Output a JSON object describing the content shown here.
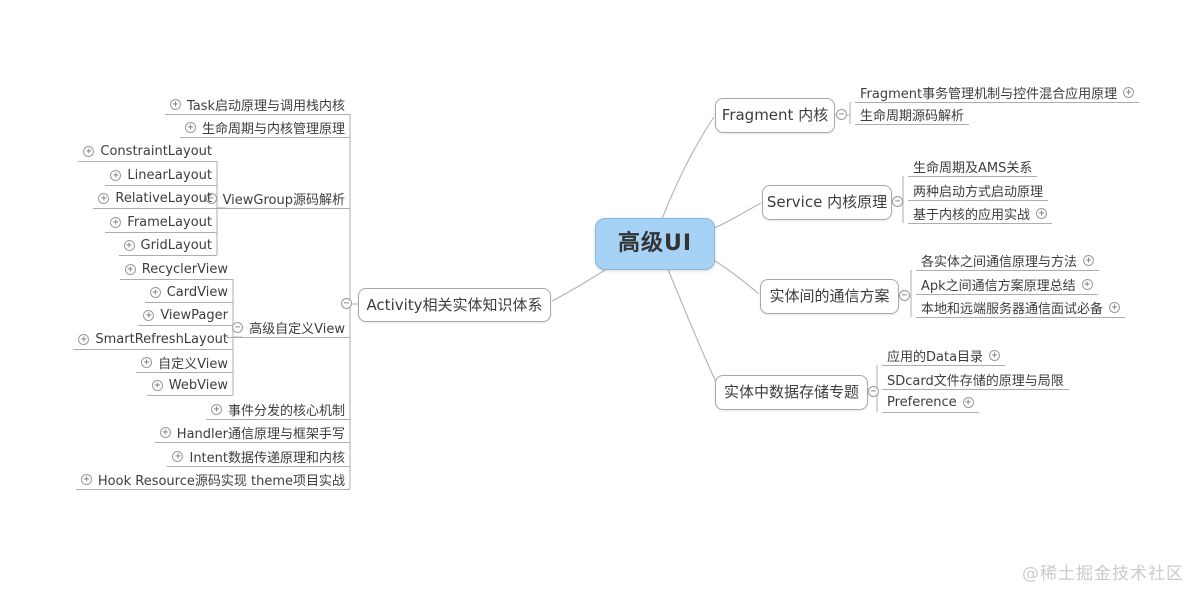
{
  "root": {
    "label": "高级UI"
  },
  "watermark": "@稀土掘金技术社区",
  "colors": {
    "center_fill": "#a6d2f5",
    "center_border": "#8cb5d6",
    "node_border": "#a8a8a8",
    "line": "#b3b3b3",
    "text": "#3d3d3d",
    "watermark": "#cbcbcb"
  },
  "branches_left": [
    {
      "id": "activity",
      "label": "Activity相关实体知识体系",
      "icon": "minus",
      "children": [
        {
          "id": "task",
          "label": "Task启动原理与调用栈内核",
          "icon": "plus"
        },
        {
          "id": "lifecycle_mgmt",
          "label": "生命周期与内核管理原理",
          "icon": "plus"
        },
        {
          "id": "viewgroup",
          "label": "ViewGroup源码解析",
          "icon": "minus",
          "children": [
            {
              "id": "constraint",
              "label": "ConstraintLayout",
              "icon": "plus"
            },
            {
              "id": "linear",
              "label": "LinearLayout",
              "icon": "plus"
            },
            {
              "id": "relative",
              "label": "RelativeLayout",
              "icon": "plus"
            },
            {
              "id": "frame",
              "label": "FrameLayout",
              "icon": "plus"
            },
            {
              "id": "grid",
              "label": "GridLayout",
              "icon": "plus"
            }
          ]
        },
        {
          "id": "customview",
          "label": "高级自定义View",
          "icon": "minus",
          "children": [
            {
              "id": "recycler",
              "label": "RecyclerView",
              "icon": "plus"
            },
            {
              "id": "card",
              "label": "CardView",
              "icon": "plus"
            },
            {
              "id": "viewpager",
              "label": "ViewPager",
              "icon": "plus"
            },
            {
              "id": "smartrefresh",
              "label": "SmartRefreshLayout",
              "icon": "plus"
            },
            {
              "id": "custom",
              "label": "自定义View",
              "icon": "plus"
            },
            {
              "id": "webview",
              "label": "WebView",
              "icon": "plus"
            }
          ]
        },
        {
          "id": "event",
          "label": "事件分发的核心机制",
          "icon": "plus"
        },
        {
          "id": "handler",
          "label": "Handler通信原理与框架手写",
          "icon": "plus"
        },
        {
          "id": "intent",
          "label": "Intent数据传递原理和内核",
          "icon": "plus"
        },
        {
          "id": "hook",
          "label": "Hook Resource源码实现 theme项目实战",
          "icon": "plus"
        }
      ]
    }
  ],
  "branches_right": [
    {
      "id": "fragment",
      "label": "Fragment 内核",
      "icon": "minus",
      "children": [
        {
          "id": "frag_tx",
          "label": "Fragment事务管理机制与控件混合应用原理",
          "icon": "plus"
        },
        {
          "id": "frag_lifecycle",
          "label": "生命周期源码解析",
          "icon": "none"
        }
      ]
    },
    {
      "id": "service",
      "label": "Service 内核原理",
      "icon": "minus",
      "children": [
        {
          "id": "svc_ams",
          "label": "生命周期及AMS关系",
          "icon": "none"
        },
        {
          "id": "svc_start",
          "label": "两种启动方式启动原理",
          "icon": "none"
        },
        {
          "id": "svc_app",
          "label": "基于内核的应用实战",
          "icon": "plus"
        }
      ]
    },
    {
      "id": "comm",
      "label": "实体间的通信方案",
      "icon": "minus",
      "children": [
        {
          "id": "comm_methods",
          "label": "各实体之间通信原理与方法",
          "icon": "plus"
        },
        {
          "id": "comm_apk",
          "label": "Apk之间通信方案原理总结",
          "icon": "plus"
        },
        {
          "id": "comm_remote",
          "label": "本地和远端服务器通信面试必备",
          "icon": "plus"
        }
      ]
    },
    {
      "id": "storage",
      "label": "实体中数据存储专题",
      "icon": "minus",
      "children": [
        {
          "id": "data_dir",
          "label": "应用的Data目录",
          "icon": "plus"
        },
        {
          "id": "sdcard",
          "label": "SDcard文件存储的原理与局限",
          "icon": "none"
        },
        {
          "id": "preference",
          "label": "Preference",
          "icon": "plus"
        }
      ]
    }
  ]
}
